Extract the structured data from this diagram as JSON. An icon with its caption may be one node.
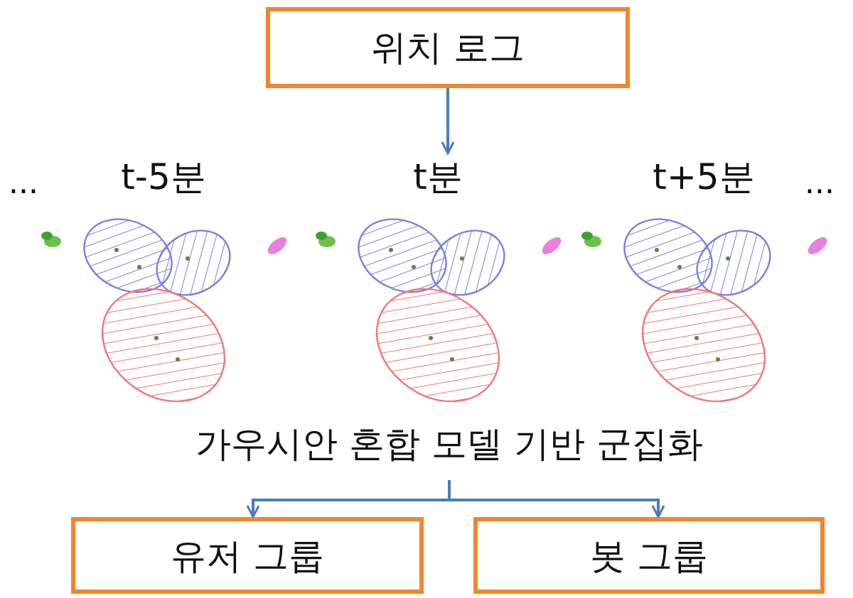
{
  "diagram": {
    "nodes": [
      {
        "text": [
          "위치 로그"
        ]
      },
      {
        "text": [
          "t-5분"
        ]
      },
      {
        "text": [
          "t분"
        ]
      },
      {
        "text": [
          "t+5분"
        ]
      },
      {
        "text": [
          "가우시안 혼합 모델 기반 군집화"
        ]
      },
      {
        "text": [
          "유저 그룹"
        ]
      },
      {
        "text": [
          "봇 그룹"
        ]
      }
    ],
    "edges": [
      {
        "from": 0,
        "to": 2,
        "arrow": "to"
      },
      {
        "from": 4,
        "to": 5,
        "arrow": "to"
      },
      {
        "from": 4,
        "to": 6,
        "arrow": "to"
      }
    ],
    "labels": [
      "...",
      "..."
    ]
  }
}
